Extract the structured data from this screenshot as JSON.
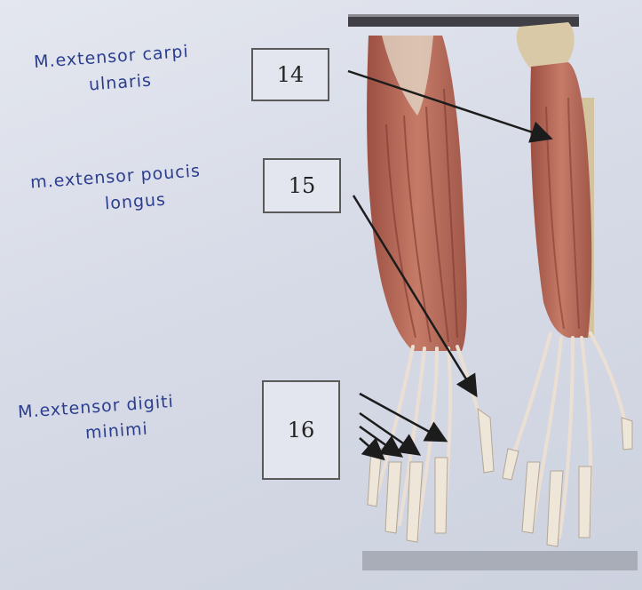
{
  "labels": [
    {
      "line1": "M.extensor carpi",
      "line2": "ulnaris",
      "number": "14"
    },
    {
      "line1": "m.extensor poucis",
      "line2": "longus",
      "number": "15"
    },
    {
      "line1": "M.extensor digiti",
      "line2": "minimi",
      "number": "16"
    }
  ],
  "colors": {
    "ink": "#2b3d8f",
    "muscle": "#b96a58",
    "tendon": "#e9ddd2",
    "bone": "#d9c9a6"
  }
}
